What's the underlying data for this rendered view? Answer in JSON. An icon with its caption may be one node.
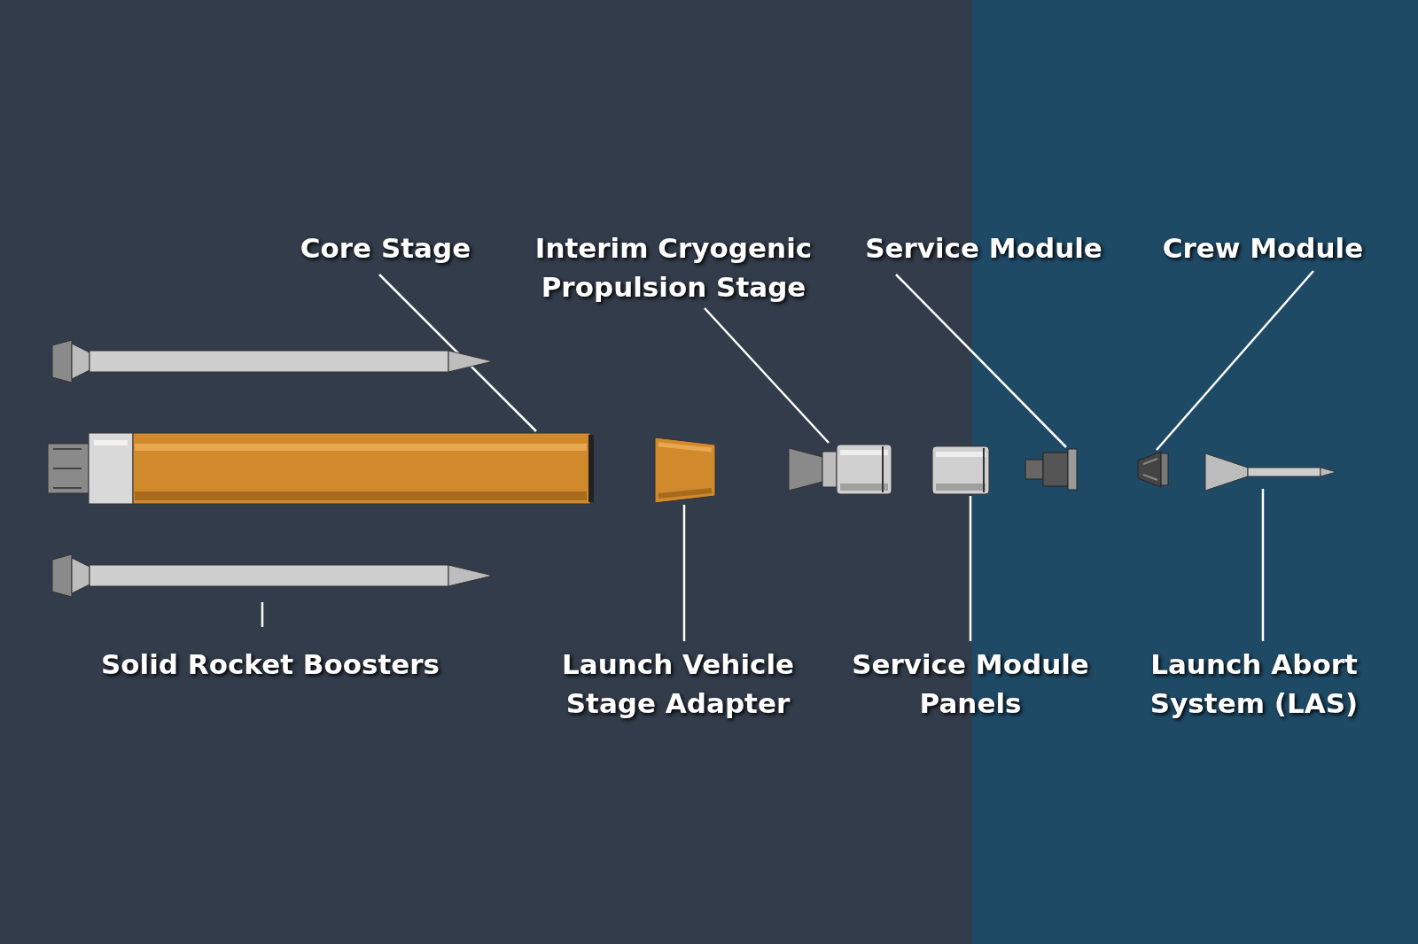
{
  "diagram": {
    "nodes": [
      {
        "text": [
          "Core Stage"
        ]
      },
      {
        "text": [
          "Interim Cryogenic Propulsion Stage"
        ]
      },
      {
        "text": [
          "Service Module"
        ]
      },
      {
        "text": [
          "Crew Module"
        ]
      },
      {
        "text": [
          "Solid Rocket Boosters"
        ]
      },
      {
        "text": [
          "Launch Vehicle Stage Adapter"
        ]
      },
      {
        "text": [
          "Service Module Panels"
        ]
      },
      {
        "text": [
          "Launch Abort System (LAS)"
        ]
      },
      {
        "text": [],
        "shape": "picture"
      },
      {
        "text": [],
        "shape": "picture"
      },
      {
        "text": [],
        "shape": "picture"
      },
      {
        "text": [],
        "shape": "picture"
      },
      {
        "text": [],
        "shape": "picture"
      },
      {
        "text": [],
        "shape": "picture"
      },
      {
        "text": [],
        "shape": "picture"
      },
      {
        "text": [],
        "shape": "picture"
      },
      {
        "text": [],
        "shape": "picture"
      }
    ],
    "edges": [
      {
        "from": 0,
        "to": 9,
        "arrow": "none"
      },
      {
        "from": 1,
        "to": 12,
        "arrow": "none"
      },
      {
        "from": 2,
        "to": 14,
        "arrow": "none"
      },
      {
        "from": 3,
        "to": 15,
        "arrow": "none"
      },
      {
        "from": 4,
        "to": 10,
        "arrow": "none"
      },
      {
        "from": 5,
        "to": 11,
        "arrow": "none"
      },
      {
        "from": 6,
        "to": 13,
        "arrow": "none"
      },
      {
        "from": 7,
        "to": 16,
        "arrow": "none"
      }
    ]
  }
}
